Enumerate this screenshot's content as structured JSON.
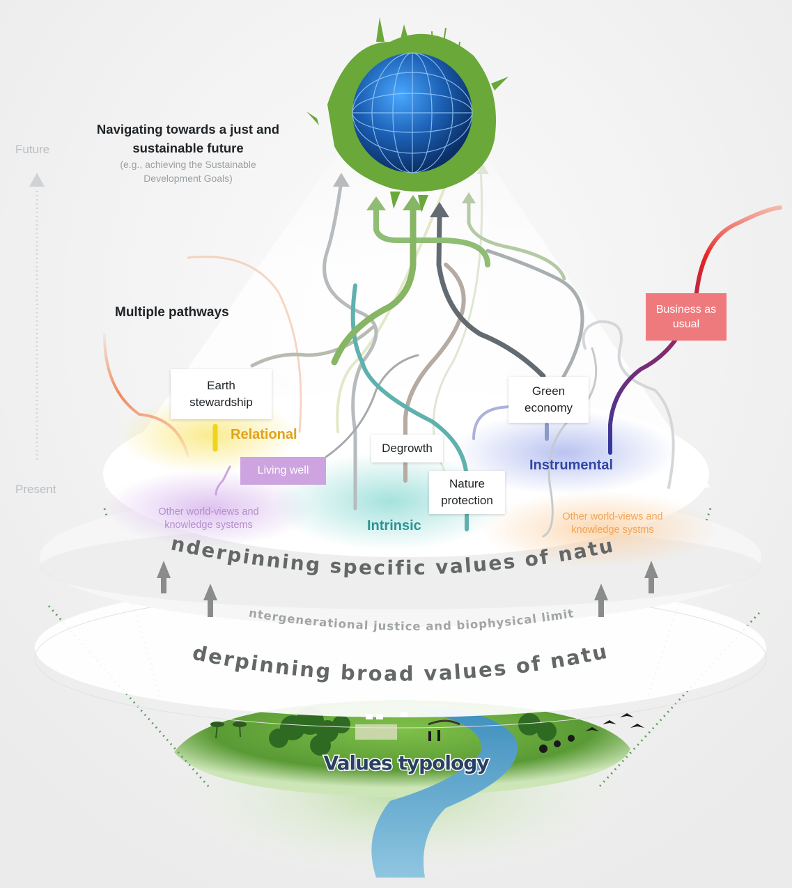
{
  "axis": {
    "future_label": "Future",
    "present_label": "Present"
  },
  "goal": {
    "title": "Navigating towards a just and sustainable future",
    "subtitle": "(e.g., achieving the Sustainable Development Goals)"
  },
  "multiple_pathways_label": "Multiple pathways",
  "pathways": {
    "earth_stewardship": "Earth stewardship",
    "living_well": "Living well",
    "degrowth": "Degrowth",
    "nature_protection": "Nature protection",
    "green_economy": "Green economy",
    "business_as_usual": "Business as usual"
  },
  "value_types": {
    "relational": "Relational",
    "intrinsic": "Intrinsic",
    "instrumental": "Instrumental"
  },
  "worldviews": {
    "left": "Other world-views and knowledge systems",
    "right": "Other world-views and knowledge systms"
  },
  "layers": {
    "specific": "Underpinning specific values of nature",
    "middle": "Intergenerational justice and biophysical limits",
    "broad": "Underpinning broad values of nature",
    "typology": "Values typology"
  },
  "colors": {
    "relational": "#e2a21a",
    "intrinsic": "#2b9393",
    "instrumental": "#3147a5",
    "living_well": "#cda3e0",
    "business_as_usual": "#ef7a7e",
    "future_green": "#5aa02c",
    "globe_blue": "#1b5fb3"
  }
}
